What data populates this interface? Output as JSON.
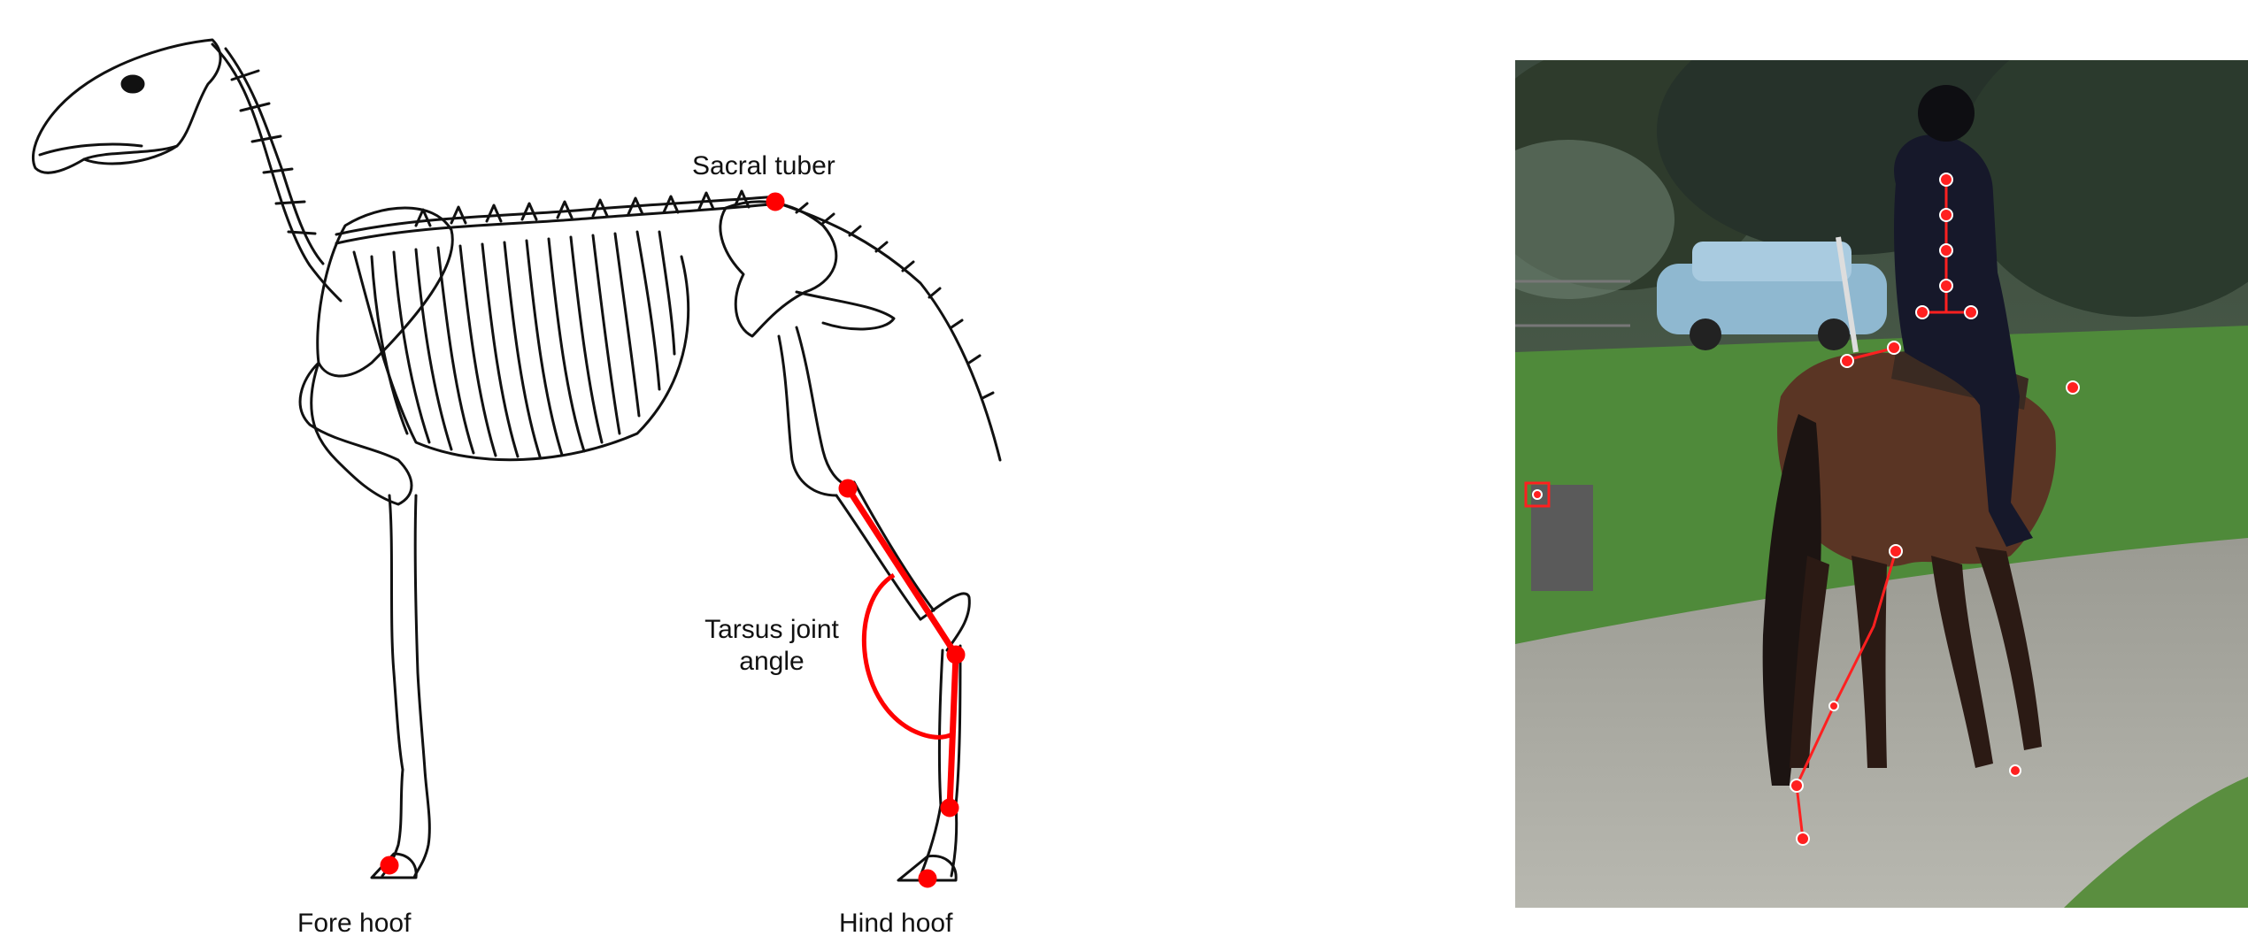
{
  "diagram": {
    "labels": {
      "sacral_tuber": "Sacral tuber",
      "tarsus_joint_line1": "Tarsus joint",
      "tarsus_joint_line2": "angle",
      "fore_hoof": "Fore hoof",
      "hind_hoof": "Hind hoof"
    },
    "marker_color": "#ff0000",
    "skeleton_color": "#111111"
  },
  "photo": {
    "markers_color": "#ff2020",
    "icons": [
      "horse-rider-photo"
    ]
  }
}
